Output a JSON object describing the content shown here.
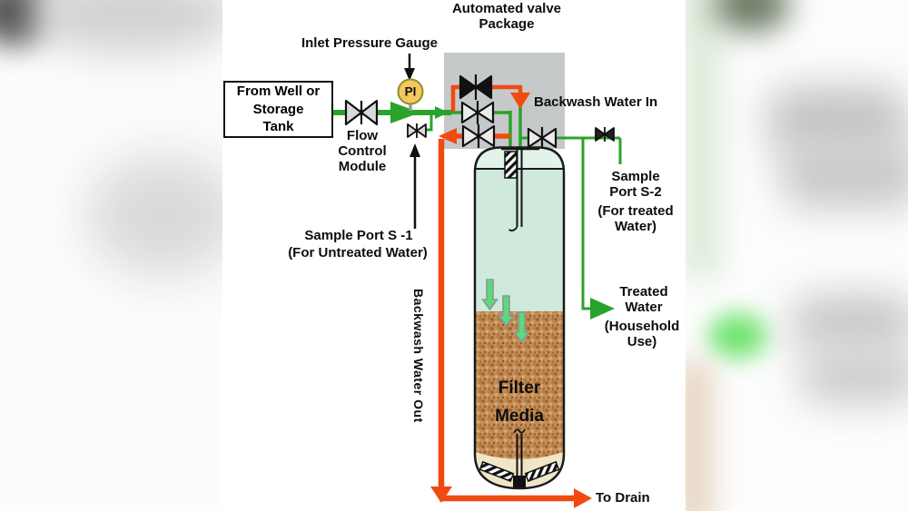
{
  "colors": {
    "pipe_green": "#2aa32a",
    "pipe_orange": "#f14a10",
    "valve_box_gray": "#c5c9c9",
    "gauge_yellow": "#f3c95f",
    "tank_water": "#cfe9dc",
    "tank_dome": "#e2f3ea",
    "filter_media_brown": "#c48d58",
    "underbed_cream": "#efe6c6",
    "media_arrow_green": "#5cd97f"
  },
  "labels": {
    "valve_package": "Automated valve\nPackage",
    "inlet_gauge": "Inlet Pressure Gauge",
    "gauge_tag": "PI",
    "source": "From Well or\nStorage\nTank",
    "flow_control": "Flow\nControl\nModule",
    "backwash_in": "Backwash Water In",
    "sample_s1_title": "Sample Port S -1",
    "sample_s1_sub": "(For Untreated Water)",
    "sample_s2_title": "Sample\nPort S-2",
    "sample_s2_sub": "(For treated\nWater)",
    "backwash_out": "Backwash Water Out",
    "filter_media": "Filter\nMedia",
    "treated_title": "Treated\nWater",
    "treated_sub": "(Household\nUse)",
    "to_drain": "To Drain"
  }
}
